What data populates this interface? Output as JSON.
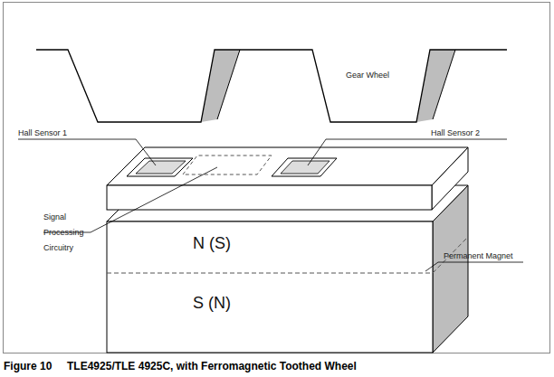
{
  "diagram": {
    "caption": "Figure 10     TLE4925/TLE 4925C, with Ferromagnetic Toothed Wheel",
    "nodes": [
      {
        "text": [
          "N (S)",
          "S (N)"
        ]
      }
    ],
    "labels": [
      "Gear Wheel",
      "Hall Sensor 1",
      "Hall Sensor 2",
      "Signal Processing Circuitry",
      "Permanent Magnet"
    ]
  }
}
